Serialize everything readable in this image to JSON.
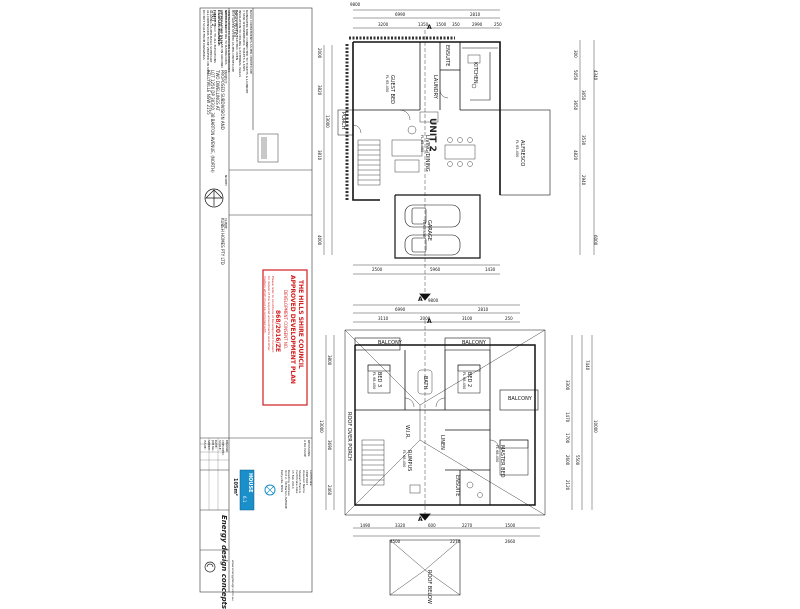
{
  "notes": {
    "heading": "BASIX NOTES",
    "lines": [
      "BASIX COMMITMENTS AS PER CERTIFICATE",
      "RAINWATER TANK CONNECTED TO TOILETS & LAUNDRY",
      "3 STAR SHOWERHEADS, TOILETS & TAPS",
      "INSULATION TO CEILING & EXTERNAL WALLS",
      "GAS COOKTOP & ELECTRIC OVEN",
      "HOT WATER SYSTEM AS PER CERTIFICATE",
      "VENTILATION TO KITCHEN & BATHROOMS",
      "NATURAL LIGHTING TO BATHROOMS",
      "THERMAL MASS TO SLAB ON GROUND",
      "ROOF COLOUR MEDIUM",
      "EAVES 450mm TO ALL ELEVATIONS",
      "GLAZING AS PER BASIX SCHEDULE",
      "ALL DIMENSIONS TO BE VERIFIED ON SITE",
      "DO NOT SCALE FROM DRAWINGS"
    ]
  },
  "title_block": {
    "sheet_title_label": "SHEET TITLE:",
    "sheet_title": "FLOOR PLANS",
    "sheet_sub": "UNIT 2",
    "project_label": "PROJECT:",
    "project_lines": [
      "PROPOSED SUBDIVISION AND",
      "TWO DWELLINGS AT",
      "LOT 1250 DP 30310, 38 BARTON AVENUE, (NORTH)",
      "KELLYVILLE NSW 2155"
    ],
    "client_label": "CLIENT:",
    "client": "KUBEH HOMES PTY LTD",
    "north_label": "NORTH"
  },
  "stamp": {
    "council": "THE HILLS SHIRE COUNCIL",
    "approved": "APPROVED DEVELOPMENT PLAN",
    "consent_label": "DEVELOPMENT CONSENT NO.",
    "consent_no": "868/2016/ZE",
    "note1": "Please refer to conditions of Development Consent",
    "note2": "for details of the required amendments and other",
    "note3": "matters which must be complied with."
  },
  "info_block": {
    "rows": [
      "DRAWN:",
      "CHECKED:",
      "SCALE:",
      "DATE:",
      "JOB No.:",
      "SHEET:",
      "ISSUE:"
    ],
    "revisions": [
      "REVISIONS:",
      "A  DA ISSUE"
    ]
  },
  "company": {
    "name": "Energy design concepts",
    "lines": [
      "Certificate",
      "CERT0047",
      "Assessor Name",
      "Stewart Francis",
      "Certificate date",
      "15 Feb 2014",
      "Dwelling Address",
      "Unit 2, 38 Barton AVENUE",
      "Kellyville, NSW"
    ],
    "house_label": "HOUSE",
    "stars": "6.1",
    "sqm": "105",
    "sqm_unit": "m²",
    "website": "www.energydesign.com.au"
  },
  "ground_floor": {
    "unit_label": "UNIT 2",
    "overall_width": "9800",
    "top_dims": [
      "6990",
      "2810"
    ],
    "top_detail": [
      "3200",
      "1350",
      "1500",
      "350",
      "2990",
      "250"
    ],
    "left_dims": [
      "2000",
      "3820",
      "13000",
      "3810",
      "4000"
    ],
    "right_dims": [
      "4340",
      "3650",
      "3530",
      "2940",
      "6000"
    ],
    "right_detail": [
      "300",
      "5050",
      "3650",
      "4820"
    ],
    "bottom_dims": [
      "2500",
      "5960",
      "1430"
    ],
    "rooms": [
      {
        "name": "GUEST BED",
        "level": "FL 65.450"
      },
      {
        "name": "LAUNDRY",
        "level": ""
      },
      {
        "name": "ENSUITE",
        "level": ""
      },
      {
        "name": "KITCHEN",
        "level": ""
      },
      {
        "name": "LIVING/DINING",
        "level": "FL 65.450"
      },
      {
        "name": "ALFRESCO",
        "level": "FL 65.450"
      },
      {
        "name": "PORCH",
        "level": ""
      },
      {
        "name": "GARAGE",
        "level": "FL 65.450"
      }
    ],
    "section_marks": [
      "A",
      "A"
    ]
  },
  "first_floor": {
    "overall_width": "9800",
    "top_dims": [
      "6990",
      "2810"
    ],
    "top_detail": [
      "3110",
      "2000",
      "3100",
      "250"
    ],
    "left_dims": [
      "13000",
      "3800",
      "3690",
      "2460"
    ],
    "right_dims": [
      "7440",
      "5500",
      "10000"
    ],
    "right_detail": [
      "3300",
      "1470",
      "1700",
      "2600",
      "2120"
    ],
    "bottom_dims": [
      "1490",
      "3320",
      "600",
      "2270",
      "1500"
    ],
    "bottom_dims2": [
      "4500",
      "2270",
      "2660"
    ],
    "rooms": [
      {
        "name": "BALCONY",
        "level": ""
      },
      {
        "name": "BALCONY",
        "level": ""
      },
      {
        "name": "BALCONY",
        "level": ""
      },
      {
        "name": "BED 3",
        "level": "FL 68.450"
      },
      {
        "name": "BED 2",
        "level": "FL 68.450"
      },
      {
        "name": "BATH",
        "level": ""
      },
      {
        "name": "W.I.R.",
        "level": ""
      },
      {
        "name": "ROOF OVER PORCH",
        "level": ""
      },
      {
        "name": "LINEN",
        "level": ""
      },
      {
        "name": "RUMPUS",
        "level": "FL 68.450"
      },
      {
        "name": "MASTER BED",
        "level": "FL 68.450"
      },
      {
        "name": "ENSUITE",
        "level": ""
      },
      {
        "name": "ROOF BELOW",
        "level": ""
      }
    ],
    "section_marks": [
      "A",
      "A"
    ]
  }
}
